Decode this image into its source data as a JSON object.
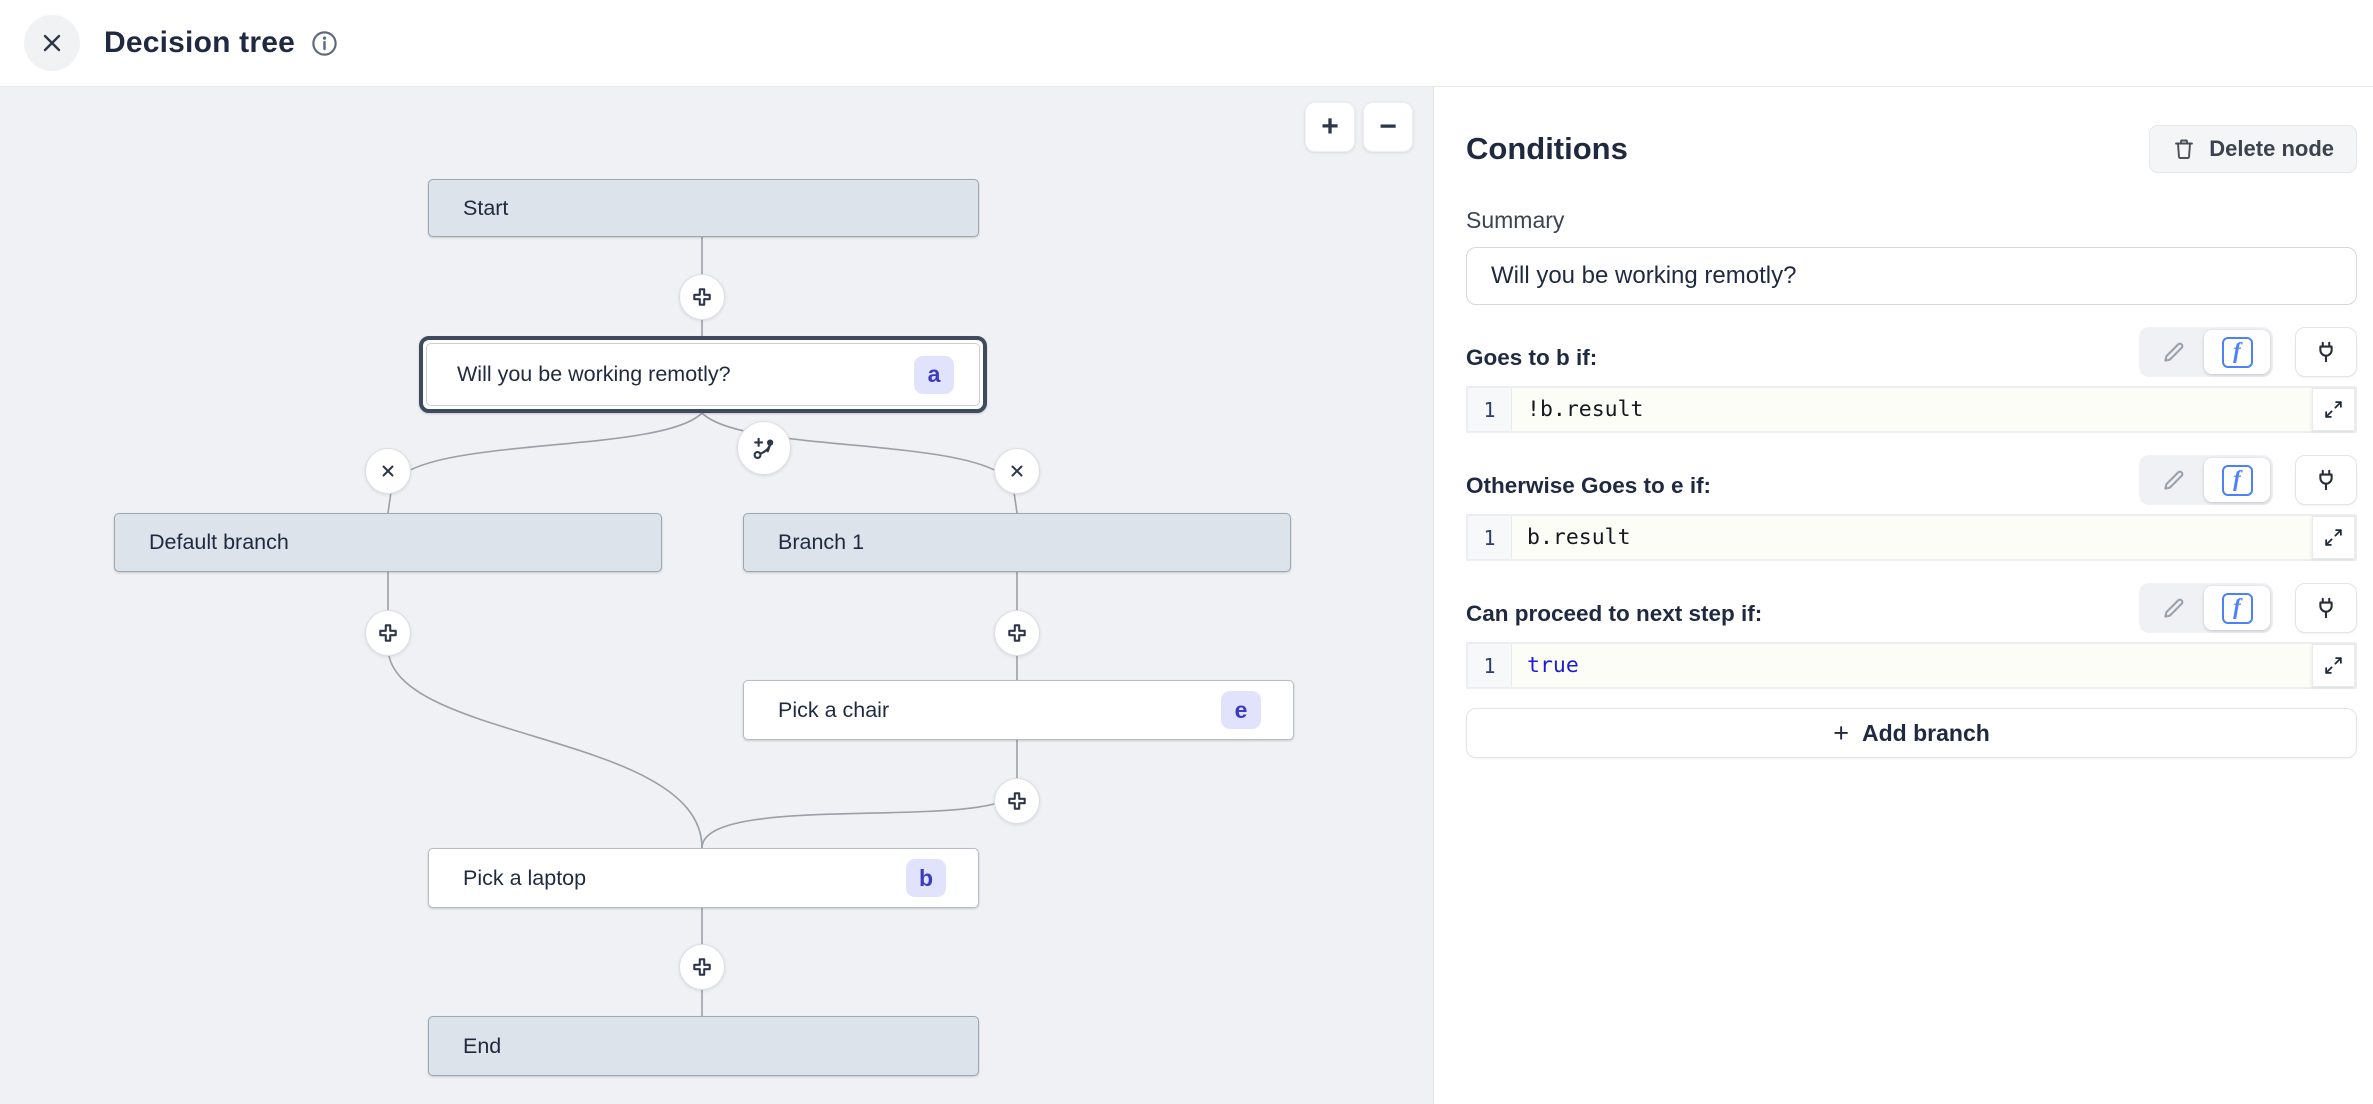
{
  "header": {
    "title": "Decision tree"
  },
  "canvas": {
    "zoom_in_label": "+",
    "zoom_out_label": "−",
    "nodes": {
      "start": {
        "label": "Start"
      },
      "question": {
        "label": "Will you be working remotly?",
        "badge": "a"
      },
      "default_branch": {
        "label": "Default branch"
      },
      "branch_1": {
        "label": "Branch 1"
      },
      "pick_chair": {
        "label": "Pick a chair",
        "badge": "e"
      },
      "pick_laptop": {
        "label": "Pick a laptop",
        "badge": "b"
      },
      "end": {
        "label": "End"
      }
    }
  },
  "panel": {
    "title": "Conditions",
    "delete_node_label": "Delete node",
    "summary_label": "Summary",
    "summary_value": "Will you be working remotly?",
    "fx_icon_glyph": "f",
    "sections": [
      {
        "label": "Goes to b if:",
        "line_number": "1",
        "code": "!b.result"
      },
      {
        "label": "Otherwise Goes to e if:",
        "line_number": "1",
        "code": "b.result"
      },
      {
        "label": "Can proceed to next step if:",
        "line_number": "1",
        "code": "true"
      }
    ],
    "add_branch_plus": "+",
    "add_branch_label": "Add branch"
  },
  "colors": {
    "canvas_bg": "#f0f1f4",
    "node_fill_gray": "#dde3ea",
    "selected_border": "#3e4a5d",
    "badge_bg": "#e0e3fb",
    "badge_text": "#3d3ac2",
    "accent_blue": "#4b82f7",
    "code_keyword_blue": "#1f1cd6",
    "edge_stroke": "#9aa0a8"
  }
}
